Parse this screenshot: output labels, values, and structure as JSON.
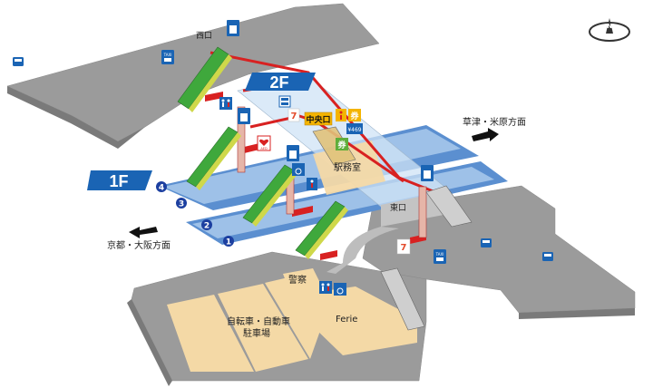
{
  "floors": {
    "upper": "2F",
    "lower": "1F"
  },
  "exits": {
    "west": "西口",
    "east": "東口",
    "central": "中央口"
  },
  "rooms": {
    "station_office": "駅務室",
    "police_box": "警察",
    "ferie": "Ferie",
    "bicycle_parking_line1": "自転車・自動車",
    "bicycle_parking_line2": "駐車場"
  },
  "directions": {
    "kusatsu": "草津・米原方面",
    "kyoto": "京都・大阪方面"
  },
  "platforms": [
    "1",
    "2",
    "3",
    "4"
  ],
  "icon_labels": {
    "taxi": "TAXI",
    "aed": "AED",
    "ticket": "券",
    "price_sign": "¥469",
    "compass": "N"
  },
  "colors": {
    "plaza_gray": "#9b9b9b",
    "platform_blue": "#3b86c8",
    "track_blue": "#5b8fd0",
    "parking_tan": "#f4d9a6",
    "route_red": "#d82121",
    "escalator_green": "#3fa83c",
    "badge_blue": "#1a64b4",
    "platform_number": "#1c3fa0"
  }
}
